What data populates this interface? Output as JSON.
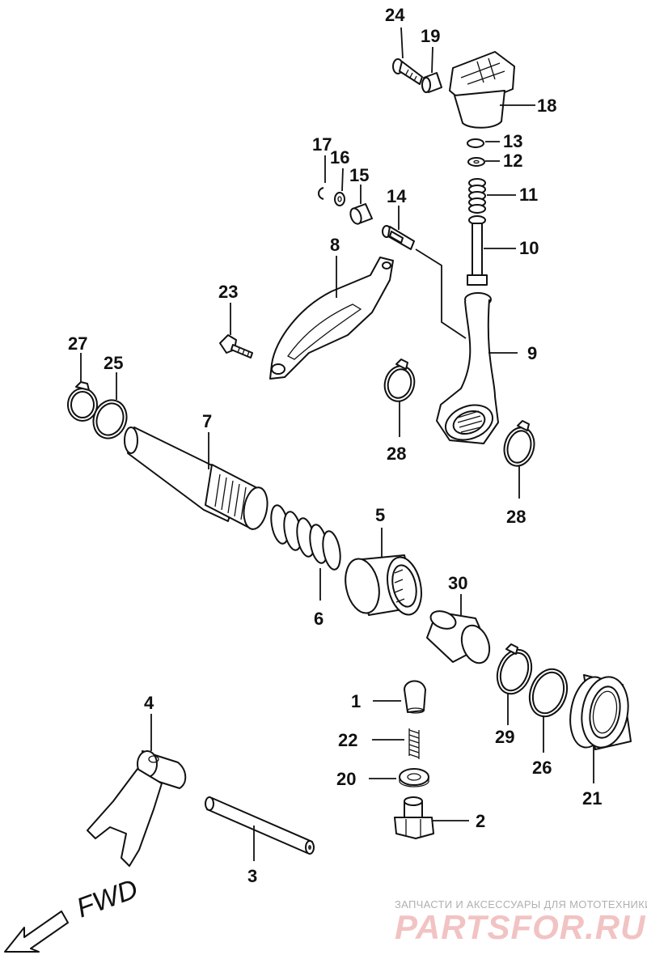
{
  "labels": {
    "p1": "1",
    "p2": "2",
    "p3": "3",
    "p4": "4",
    "p5": "5",
    "p6": "6",
    "p7": "7",
    "p8": "8",
    "p9": "9",
    "p10": "10",
    "p11": "11",
    "p12": "12",
    "p13": "13",
    "p14": "14",
    "p15": "15",
    "p16": "16",
    "p17": "17",
    "p18": "18",
    "p19": "19",
    "p20": "20",
    "p21": "21",
    "p22": "22",
    "p23": "23",
    "p24": "24",
    "p25": "25",
    "p26": "26",
    "p27": "27",
    "p28a": "28",
    "p28b": "28",
    "p29": "29",
    "p30": "30"
  },
  "direction": {
    "label": "FWD"
  },
  "watermark": {
    "tagline": "ЗАПЧАСТИ И АКСЕССУАРЫ ДЛЯ МОТОТЕХНИКИ",
    "logo": "PARTSFOR.RU"
  }
}
